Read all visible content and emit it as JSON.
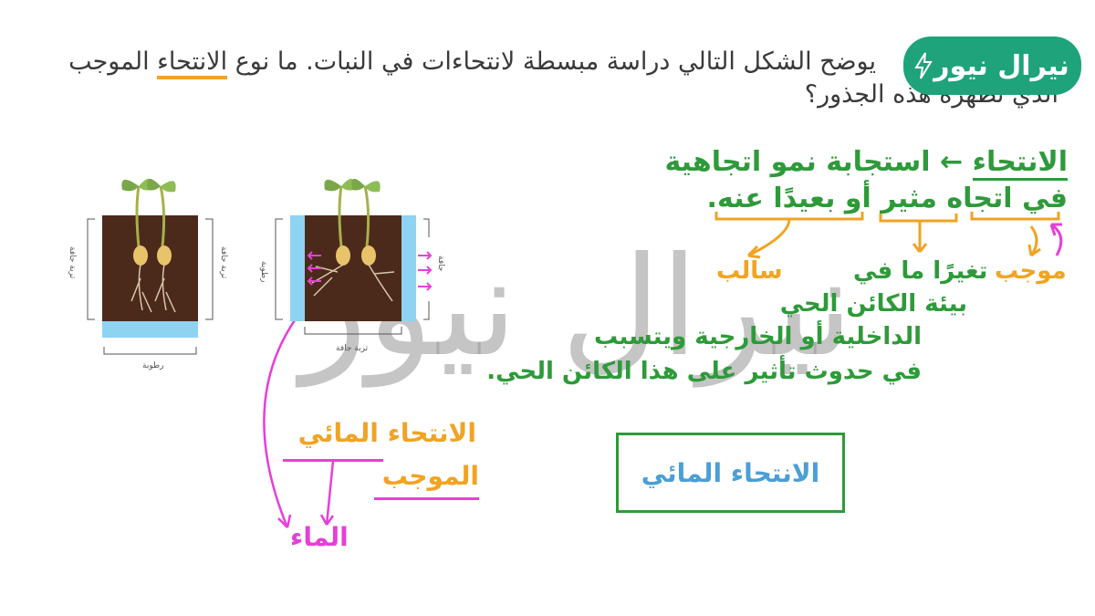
{
  "question": {
    "line1_start": "يوضح الشكل التالي دراسة مبسطة لانتحاءات في النبات. ما نوع",
    "line1_highlight": "الانتحاء",
    "line1_end": "الموجب",
    "line2": "الذي تظهره هذه الجذور؟"
  },
  "logo": {
    "text": "نيرال نيور"
  },
  "definition": {
    "term": "الانتحاء",
    "arrow": "←",
    "line1_rest": "استجابة نمو اتجاهية",
    "line2_start": "في اتجاه",
    "line2_stimulus": "مثير",
    "line2_end": "أو بعيدًا عنه."
  },
  "branches": {
    "negative": "سالب",
    "stimulus_def": "تغيرًا ما في",
    "positive": "موجب"
  },
  "stimulus_explanation": {
    "line1": "بيئة الكائن الحي",
    "line2_start": "الداخلية",
    "line2_mid": "أو الخارجية",
    "line2_end": "ويتسبب",
    "line3": "في حدوث تأثير على هذا الكائن الحي."
  },
  "positive_hydrotropism": {
    "title": "الانتحاء المائي",
    "subtitle": "الموجب",
    "target": "الماء"
  },
  "answer": {
    "text": "الانتحاء المائي"
  },
  "diagram": {
    "left": {
      "label_right": "تربة جافة",
      "label_left": "تربة جافة",
      "label_bottom": "رطوبة"
    },
    "right": {
      "label_left": "رطوبة",
      "label_right": "جافة",
      "label_bottom": "تربة جافة"
    }
  },
  "colors": {
    "green": "#2e9a3a",
    "orange": "#f1a323",
    "blue": "#4a9fd6",
    "magenta": "#e63fd8",
    "soil": "#4b2a1c",
    "water": "#8fd3f2",
    "logo": "#1fa37a"
  }
}
